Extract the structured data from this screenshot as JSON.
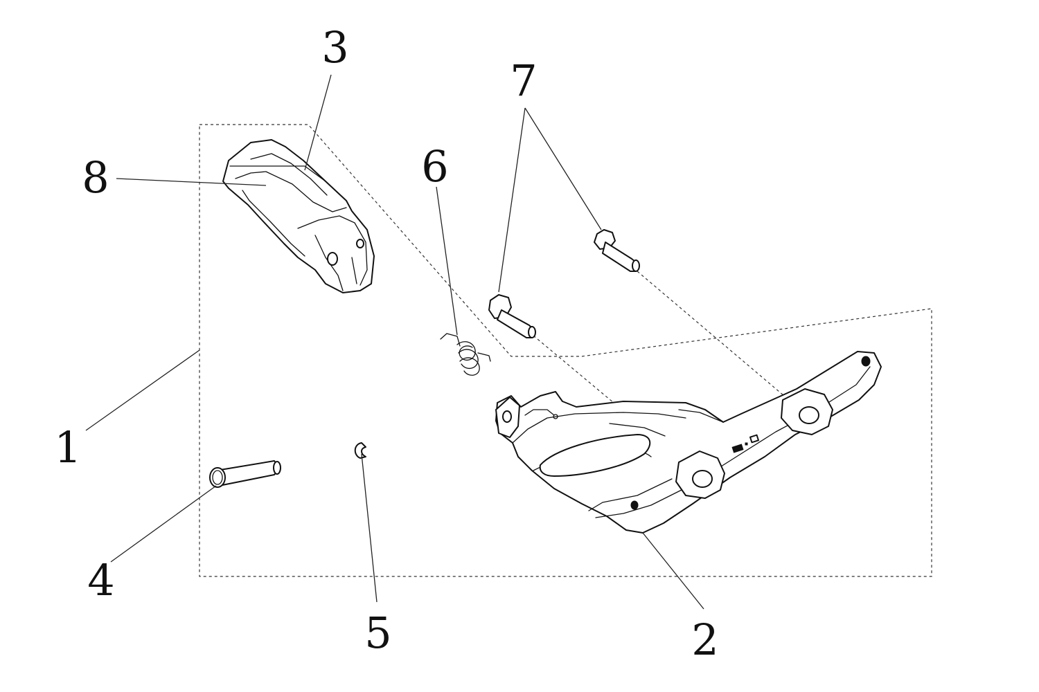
{
  "callouts": {
    "c1": "1",
    "c2": "2",
    "c3": "3",
    "c4": "4",
    "c5": "5",
    "c6": "6",
    "c7": "7",
    "c8": "8"
  },
  "parts": {
    "footrest_bracket": "footrest-bracket",
    "footrest_pad": "footrest-pad",
    "footrest_cover": "footrest-cover",
    "pivot_pin": "pivot-pin",
    "retaining_clip": "retaining-clip",
    "torsion_spring": "torsion-spring",
    "mounting_bolt": "mounting-bolt"
  }
}
